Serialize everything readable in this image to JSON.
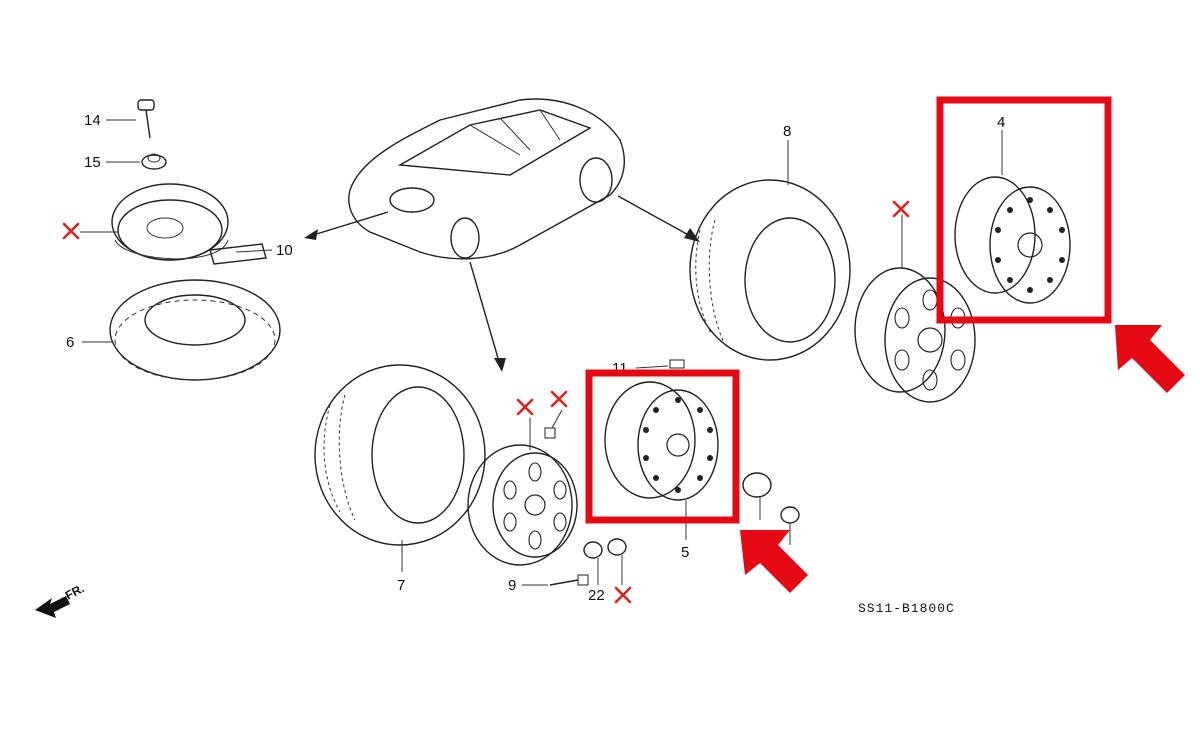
{
  "diagram": {
    "callouts": {
      "c4": "4",
      "c5": "5",
      "c6": "6",
      "c7": "7",
      "c8": "8",
      "c9": "9",
      "c10": "10",
      "c11": "11",
      "c14": "14",
      "c15": "15",
      "c22": "22"
    },
    "code": "SS11-B1800C",
    "front_marker": "FR.",
    "colors": {
      "highlight": "#e50914",
      "cross": "#e0201b",
      "line": "#222222"
    },
    "icons": [
      "car-outline-icon",
      "tire-icon",
      "wheel-icon",
      "cross-icon",
      "red-arrow-icon",
      "front-arrow-icon"
    ]
  }
}
